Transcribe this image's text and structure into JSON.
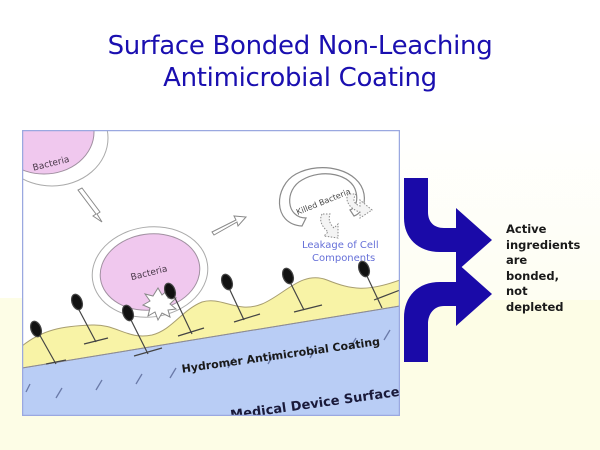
{
  "title": {
    "line1": "Surface Bonded Non-Leaching",
    "line2": "Antimicrobial Coating"
  },
  "diagram": {
    "bacteria_top_label": "Bacteria",
    "bacteria_center_label": "Bacteria",
    "killed_bacteria_label": "Killed Bacteria",
    "leakage_line1": "Leakage of Cell",
    "leakage_line2": "Components",
    "coating_label": "Hydromer Antimicrobial Coating",
    "surface_label": "Medical Device Surface"
  },
  "side_note": {
    "lines": [
      "Active",
      "ingredients",
      "are",
      "bonded,",
      "not",
      "depleted"
    ]
  },
  "colors": {
    "title": "#1a0fb0",
    "arrow": "#1a0aa8",
    "bacteria_fill": "#f0c8ee",
    "coating_fill": "#f8f3a6",
    "surface_fill": "#b9cdf5",
    "leakage_text": "#6670d8",
    "frame": "#9aa8e0"
  }
}
